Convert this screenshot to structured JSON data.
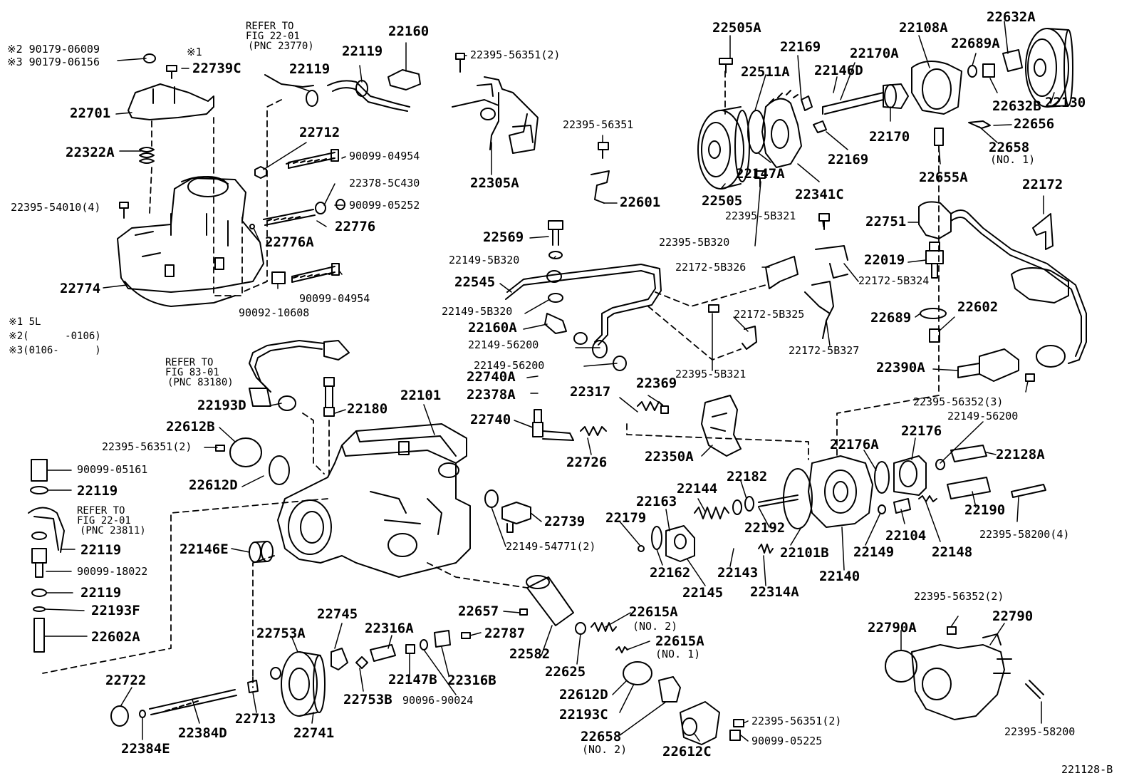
{
  "diagram_id": "221128-B",
  "footnotes": {
    "n1": "※1 5L",
    "n2": "※2(      -0106)",
    "n3": "※3(0106-      )"
  },
  "refer_notes": {
    "fig22_top": [
      "REFER TO",
      "FIG 22-01",
      "(PNC 23770)"
    ],
    "fig83": [
      "REFER TO",
      "FIG 83-01",
      "(PNC 83180)"
    ],
    "fig22_left": [
      "REFER TO",
      "FIG 22-01",
      "(PNC 23811)"
    ]
  },
  "parts": [
    {
      "id": "p01",
      "text": "※2 90179-06009"
    },
    {
      "id": "p02",
      "text": "※3 90179-06156"
    },
    {
      "id": "p03",
      "text": "※1"
    },
    {
      "id": "p04",
      "text": "22739C"
    },
    {
      "id": "p05",
      "text": "22701"
    },
    {
      "id": "p06",
      "text": "22322A"
    },
    {
      "id": "p07",
      "text": "22395-54010(4)"
    },
    {
      "id": "p08",
      "text": "22774"
    },
    {
      "id": "p09",
      "text": "22119"
    },
    {
      "id": "p10",
      "text": "22119"
    },
    {
      "id": "p11",
      "text": "22160"
    },
    {
      "id": "p12",
      "text": "22712"
    },
    {
      "id": "p13",
      "text": "90099-04954"
    },
    {
      "id": "p14",
      "text": "22378-5C430"
    },
    {
      "id": "p15",
      "text": "90099-05252"
    },
    {
      "id": "p16",
      "text": "22776"
    },
    {
      "id": "p17",
      "text": "22776A"
    },
    {
      "id": "p18",
      "text": "90099-04954"
    },
    {
      "id": "p19",
      "text": "90092-10608"
    },
    {
      "id": "p20",
      "text": "22395-56351(2)"
    },
    {
      "id": "p21",
      "text": "22305A"
    },
    {
      "id": "p22",
      "text": "22395-56351"
    },
    {
      "id": "p23",
      "text": "22601"
    },
    {
      "id": "p24",
      "text": "22505A"
    },
    {
      "id": "p25",
      "text": "22169"
    },
    {
      "id": "p26",
      "text": "22511A"
    },
    {
      "id": "p27",
      "text": "22170A"
    },
    {
      "id": "p28",
      "text": "22146D"
    },
    {
      "id": "p29",
      "text": "22108A"
    },
    {
      "id": "p30",
      "text": "22632A"
    },
    {
      "id": "p31",
      "text": "22689A"
    },
    {
      "id": "p32",
      "text": "22632B"
    },
    {
      "id": "p33",
      "text": "22130"
    },
    {
      "id": "p34",
      "text": "22656"
    },
    {
      "id": "p35",
      "text": "22658"
    },
    {
      "id": "p36",
      "text": "(NO. 1)"
    },
    {
      "id": "p37",
      "text": "22655A"
    },
    {
      "id": "p38",
      "text": "22170"
    },
    {
      "id": "p39",
      "text": "22169"
    },
    {
      "id": "p40",
      "text": "22147A"
    },
    {
      "id": "p41",
      "text": "22341C"
    },
    {
      "id": "p42",
      "text": "22505"
    },
    {
      "id": "p43",
      "text": "22172"
    },
    {
      "id": "p44",
      "text": "22395-5B321"
    },
    {
      "id": "p45",
      "text": "22751"
    },
    {
      "id": "p46",
      "text": "22569"
    },
    {
      "id": "p47",
      "text": "22395-5B320"
    },
    {
      "id": "p48",
      "text": "22149-5B320"
    },
    {
      "id": "p49",
      "text": "22172-5B326"
    },
    {
      "id": "p50",
      "text": "22019"
    },
    {
      "id": "p51",
      "text": "22545"
    },
    {
      "id": "p52",
      "text": "22149-5B320"
    },
    {
      "id": "p53",
      "text": "22172-5B324"
    },
    {
      "id": "p54",
      "text": "22172-5B325"
    },
    {
      "id": "p55",
      "text": "22689"
    },
    {
      "id": "p56",
      "text": "22602"
    },
    {
      "id": "p57",
      "text": "22160A"
    },
    {
      "id": "p58",
      "text": "22149-56200"
    },
    {
      "id": "p59",
      "text": "22172-5B327"
    },
    {
      "id": "p60",
      "text": "22149-56200"
    },
    {
      "id": "p61",
      "text": "22395-5B321"
    },
    {
      "id": "p62",
      "text": "22390A"
    },
    {
      "id": "p63",
      "text": "22740A"
    },
    {
      "id": "p64",
      "text": "22378A"
    },
    {
      "id": "p65",
      "text": "22395-56352(3)"
    },
    {
      "id": "p66",
      "text": "22149-56200"
    },
    {
      "id": "p67",
      "text": "22193D"
    },
    {
      "id": "p68",
      "text": "22180"
    },
    {
      "id": "p69",
      "text": "22101"
    },
    {
      "id": "p70",
      "text": "22317"
    },
    {
      "id": "p71",
      "text": "22369"
    },
    {
      "id": "p72",
      "text": "22740"
    },
    {
      "id": "p73",
      "text": "22612B"
    },
    {
      "id": "p74",
      "text": "22395-56351(2)"
    },
    {
      "id": "p75",
      "text": "22612D"
    },
    {
      "id": "p76",
      "text": "22726"
    },
    {
      "id": "p77",
      "text": "22350A"
    },
    {
      "id": "p78",
      "text": "22176A"
    },
    {
      "id": "p79",
      "text": "22176"
    },
    {
      "id": "p80",
      "text": "22128A"
    },
    {
      "id": "p81",
      "text": "90099-05161"
    },
    {
      "id": "p82",
      "text": "22119"
    },
    {
      "id": "p83",
      "text": "22182"
    },
    {
      "id": "p84",
      "text": "22144"
    },
    {
      "id": "p85",
      "text": "22163"
    },
    {
      "id": "p86",
      "text": "22179"
    },
    {
      "id": "p87",
      "text": "22739"
    },
    {
      "id": "p88",
      "text": "22192"
    },
    {
      "id": "p89",
      "text": "22190"
    },
    {
      "id": "p90",
      "text": "22119"
    },
    {
      "id": "p91",
      "text": "22146E"
    },
    {
      "id": "p92",
      "text": "22149-54771(2)"
    },
    {
      "id": "p93",
      "text": "22101B"
    },
    {
      "id": "p94",
      "text": "22149"
    },
    {
      "id": "p95",
      "text": "22104"
    },
    {
      "id": "p96",
      "text": "22148"
    },
    {
      "id": "p97",
      "text": "22395-58200(4)"
    },
    {
      "id": "p98",
      "text": "90099-18022"
    },
    {
      "id": "p99",
      "text": "22162"
    },
    {
      "id": "p100",
      "text": "22143"
    },
    {
      "id": "p101",
      "text": "22140"
    },
    {
      "id": "p102",
      "text": "22119"
    },
    {
      "id": "p103",
      "text": "22145"
    },
    {
      "id": "p104",
      "text": "22314A"
    },
    {
      "id": "p105",
      "text": "22193F"
    },
    {
      "id": "p106",
      "text": "22657"
    },
    {
      "id": "p107",
      "text": "22615A"
    },
    {
      "id": "p108",
      "text": "(NO. 2)"
    },
    {
      "id": "p109",
      "text": "22395-56352(2)"
    },
    {
      "id": "p110",
      "text": "22790"
    },
    {
      "id": "p111",
      "text": "22790A"
    },
    {
      "id": "p112",
      "text": "22602A"
    },
    {
      "id": "p113",
      "text": "22753A"
    },
    {
      "id": "p114",
      "text": "22745"
    },
    {
      "id": "p115",
      "text": "22316A"
    },
    {
      "id": "p116",
      "text": "22787"
    },
    {
      "id": "p117",
      "text": "22615A"
    },
    {
      "id": "p118",
      "text": "(NO. 1)"
    },
    {
      "id": "p119",
      "text": "22582"
    },
    {
      "id": "p120",
      "text": "22625"
    },
    {
      "id": "p121",
      "text": "22147B"
    },
    {
      "id": "p122",
      "text": "22316B"
    },
    {
      "id": "p123",
      "text": "22722"
    },
    {
      "id": "p124",
      "text": "22753B"
    },
    {
      "id": "p125",
      "text": "90096-90024"
    },
    {
      "id": "p126",
      "text": "22612D"
    },
    {
      "id": "p127",
      "text": "22713"
    },
    {
      "id": "p128",
      "text": "22193C"
    },
    {
      "id": "p129",
      "text": "22395-56351(2)"
    },
    {
      "id": "p130",
      "text": "22384D"
    },
    {
      "id": "p131",
      "text": "22741"
    },
    {
      "id": "p132",
      "text": "22658"
    },
    {
      "id": "p133",
      "text": "(NO. 2)"
    },
    {
      "id": "p134",
      "text": "90099-05225"
    },
    {
      "id": "p135",
      "text": "22395-58200"
    },
    {
      "id": "p136",
      "text": "22384E"
    },
    {
      "id": "p137",
      "text": "22612C"
    }
  ]
}
